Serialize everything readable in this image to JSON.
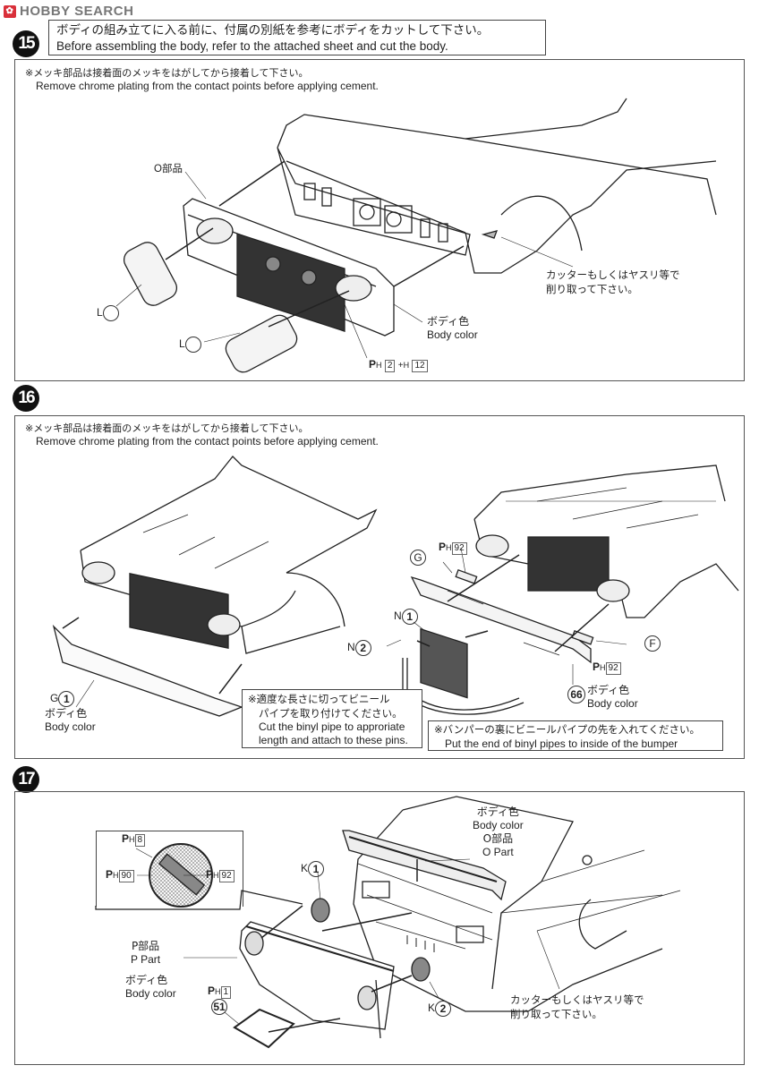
{
  "site": {
    "logo_mark": "✿",
    "logo_red": "HOBBY",
    "logo_gray": "SEARCH",
    "logo_text": "HOBBY SEARCH"
  },
  "step15": {
    "number": "15",
    "note_jp": "ボディの組み立てに入る前に、付属の別紙を参考にボディをカットして下さい。",
    "note_en": "Before assembling the body, refer to the attached sheet and cut the body.",
    "chrome_note_jp": "※メッキ部品は接着面のメッキをはがしてから接着して下さい。",
    "chrome_note_en": "Remove chrome plating from the contact points before applying cement.",
    "labels": {
      "o_part": "O部品",
      "l_part_1": "L",
      "l_part_2": "L",
      "cutter_jp_1": "カッターもしくはヤスリ等で",
      "cutter_jp_2": "削り取って下さい。",
      "body_color_jp": "ボディ色",
      "body_color_en": "Body color",
      "pin_prefix": "P",
      "pin_sub": "H",
      "pin_a": "2",
      "plus": "+",
      "pin_b_sub": "H",
      "pin_b": "12"
    }
  },
  "step16": {
    "number": "16",
    "chrome_note_jp": "※メッキ部品は接着面のメッキをはがしてから接着して下さい。",
    "chrome_note_en": "Remove chrome plating from the contact points before applying cement.",
    "labels": {
      "g1_letter": "G",
      "g1_num": "1",
      "body_color_jp": "ボディ色",
      "body_color_en": "Body color",
      "g_letter": "G",
      "ph92_top": "92",
      "n1_letter": "N",
      "n1_num": "1",
      "n2_letter": "N",
      "n2_num": "2",
      "f_letter": "F",
      "ph92_bottom": "92",
      "part66": "66",
      "body_color_jp_2": "ボディ色",
      "body_color_en_2": "Body color"
    },
    "callout_pins": {
      "jp_1": "※適度な長さに切ってビニール",
      "jp_2": "パイプを取り付けてください。",
      "en_1": "Cut the binyl pipe to approriate",
      "en_2": "length and attach to these pins."
    },
    "callout_bumper": {
      "jp": "※バンパーの裏にビニールパイプの先を入れてください。",
      "en": "Put the end of binyl pipes to inside of the bumper"
    }
  },
  "step17": {
    "number": "17",
    "inset": {
      "ph8": "8",
      "ph90": "90",
      "ph92": "92"
    },
    "labels": {
      "k1_letter": "K",
      "k1_num": "1",
      "k2_letter": "K",
      "k2_num": "2",
      "p_part_jp": "P部品",
      "p_part_en": "P Part",
      "body_color_jp": "ボディ色",
      "body_color_en": "Body color",
      "ph1": "1",
      "part51": "51",
      "spoiler_body_jp": "ボディ色",
      "spoiler_body_en": "Body color",
      "o_part_jp": "O部品",
      "o_part_en": "O Part",
      "cutter_jp_1": "カッターもしくはヤスリ等で",
      "cutter_jp_2": "削り取って下さい。"
    }
  },
  "colors": {
    "logo_red": "#d9303a",
    "ink": "#222222",
    "line": "#444444"
  }
}
